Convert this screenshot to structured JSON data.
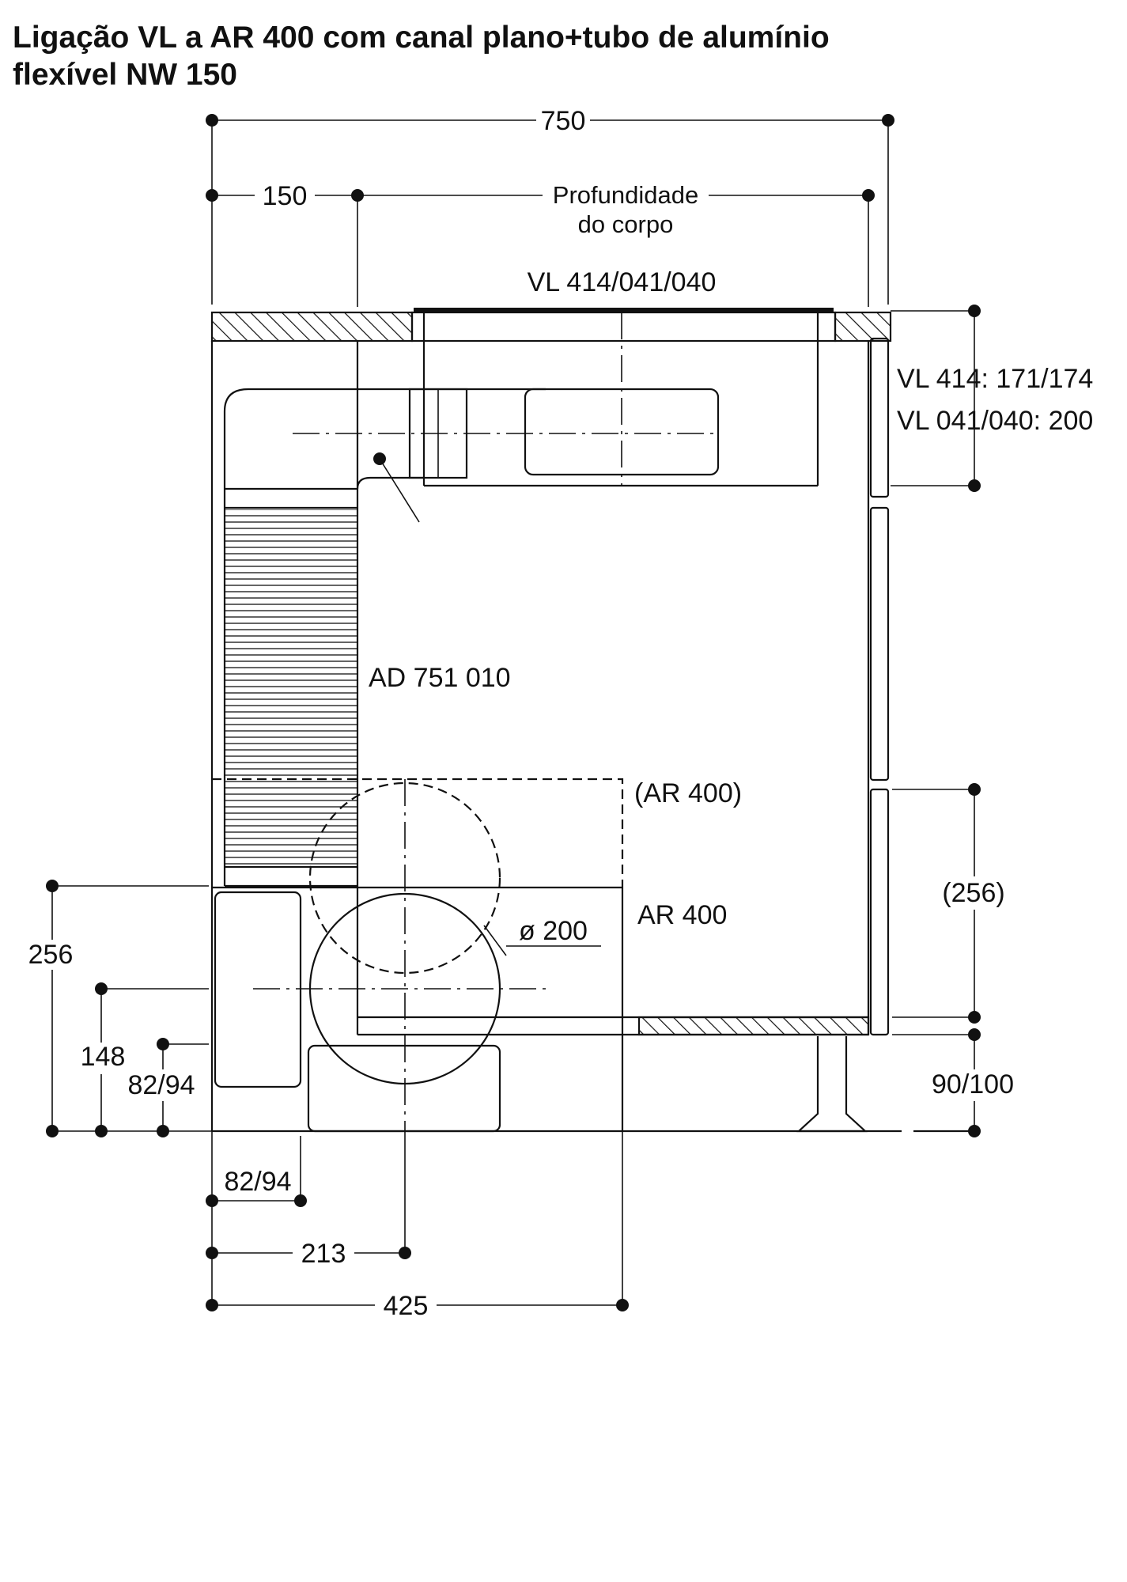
{
  "title": {
    "line1": "Ligação VL a AR 400 com canal plano+tubo de alumínio",
    "line2": "flexível NW 150"
  },
  "labels": {
    "device": "VL 414/041/040",
    "duct": "AD 751 010",
    "unit_dashed": "(AR 400)",
    "unit": "AR 400",
    "depth_line1": "Profundidade",
    "depth_line2": "do corpo",
    "vl414": "VL 414: 171/174",
    "vl041": "VL 041/040: 200",
    "diameter": "ø 200"
  },
  "dimensions": {
    "overall_width": "750",
    "offset_left": "150",
    "right_lower": "(256)",
    "plinth": "90/100",
    "left_total": "256",
    "left_mid": "148",
    "left_low": "82/94",
    "bottom_small": "82/94",
    "bottom_center": "213",
    "bottom_total": "425"
  }
}
